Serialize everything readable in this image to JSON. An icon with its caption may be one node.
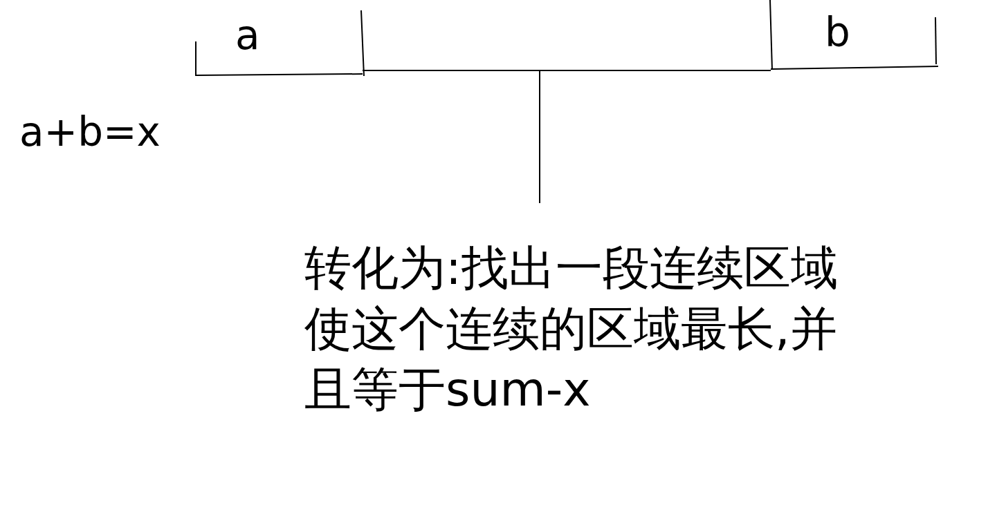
{
  "diagram": {
    "nodes": [
      {
        "text": [
          "转化为:找出一段连续区域使这个连续的区域最长,并且等于sum-x"
        ]
      },
      {
        "text": [],
        "shape": "bar"
      }
    ],
    "edges": [
      {
        "from": 0,
        "to": 1,
        "arrow": "none"
      }
    ],
    "labels": [
      "a",
      "b",
      "a+b=x"
    ]
  }
}
